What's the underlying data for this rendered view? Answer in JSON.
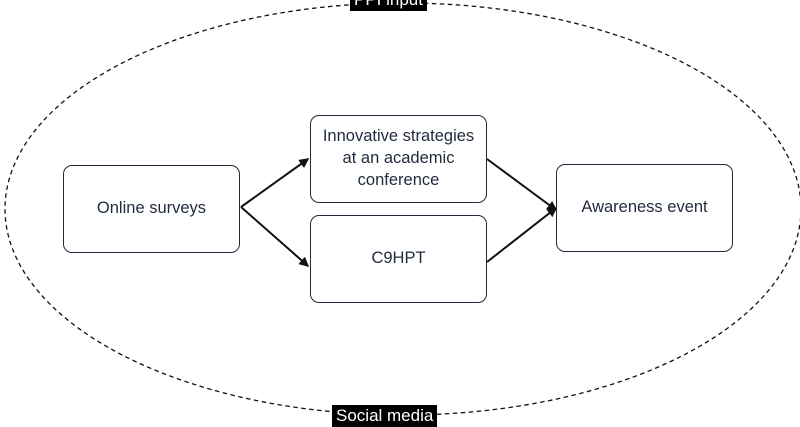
{
  "diagram": {
    "outer_top_label": "PPI input",
    "outer_bottom_label": "Social media",
    "nodes": {
      "online_surveys": "Online surveys",
      "innovative_strategies": "Innovative strategies at an academic conference",
      "c9hpt": "C9HPT",
      "awareness_event": "Awareness event"
    }
  },
  "colors": {
    "stroke": "#1f2a3c",
    "label_bg": "#000000",
    "label_text": "#ffffff"
  }
}
